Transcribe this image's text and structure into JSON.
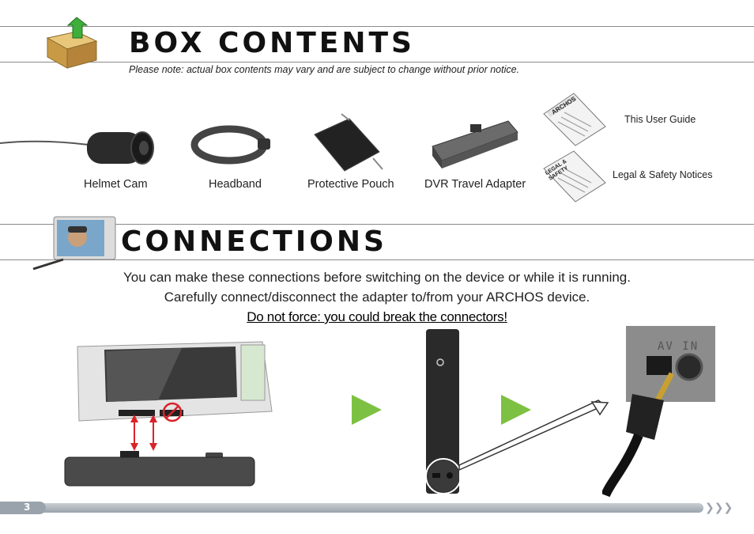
{
  "box_contents": {
    "title": "BOX CONTENTS",
    "note": "Please note: actual box contents may vary and are subject to change without prior notice.",
    "items": [
      {
        "label": "Helmet Cam"
      },
      {
        "label": "Headband"
      },
      {
        "label": "Protective Pouch"
      },
      {
        "label": "DVR Travel Adapter"
      }
    ],
    "docs": [
      {
        "label": "This User Guide",
        "cover_text": "ARCHOS"
      },
      {
        "label": "Legal & Safety Notices",
        "cover_text": "LEGAL & SAFETY"
      }
    ]
  },
  "connections": {
    "title": "CONNECTIONS",
    "line1": "You can make these connections before switching on the device or while it is running.",
    "line2": "Carefully connect/disconnect the adapter to/from your ARCHOS device.",
    "warning": "Do not force: you could break the connectors!",
    "jack_label": "AV IN"
  },
  "footer": {
    "page_number": "3"
  },
  "colors": {
    "accent_green": "#7dc142",
    "rule_grey": "#8a8a8a",
    "footer_grey": "#9aa3ab",
    "arrow_red": "#d9232a"
  }
}
